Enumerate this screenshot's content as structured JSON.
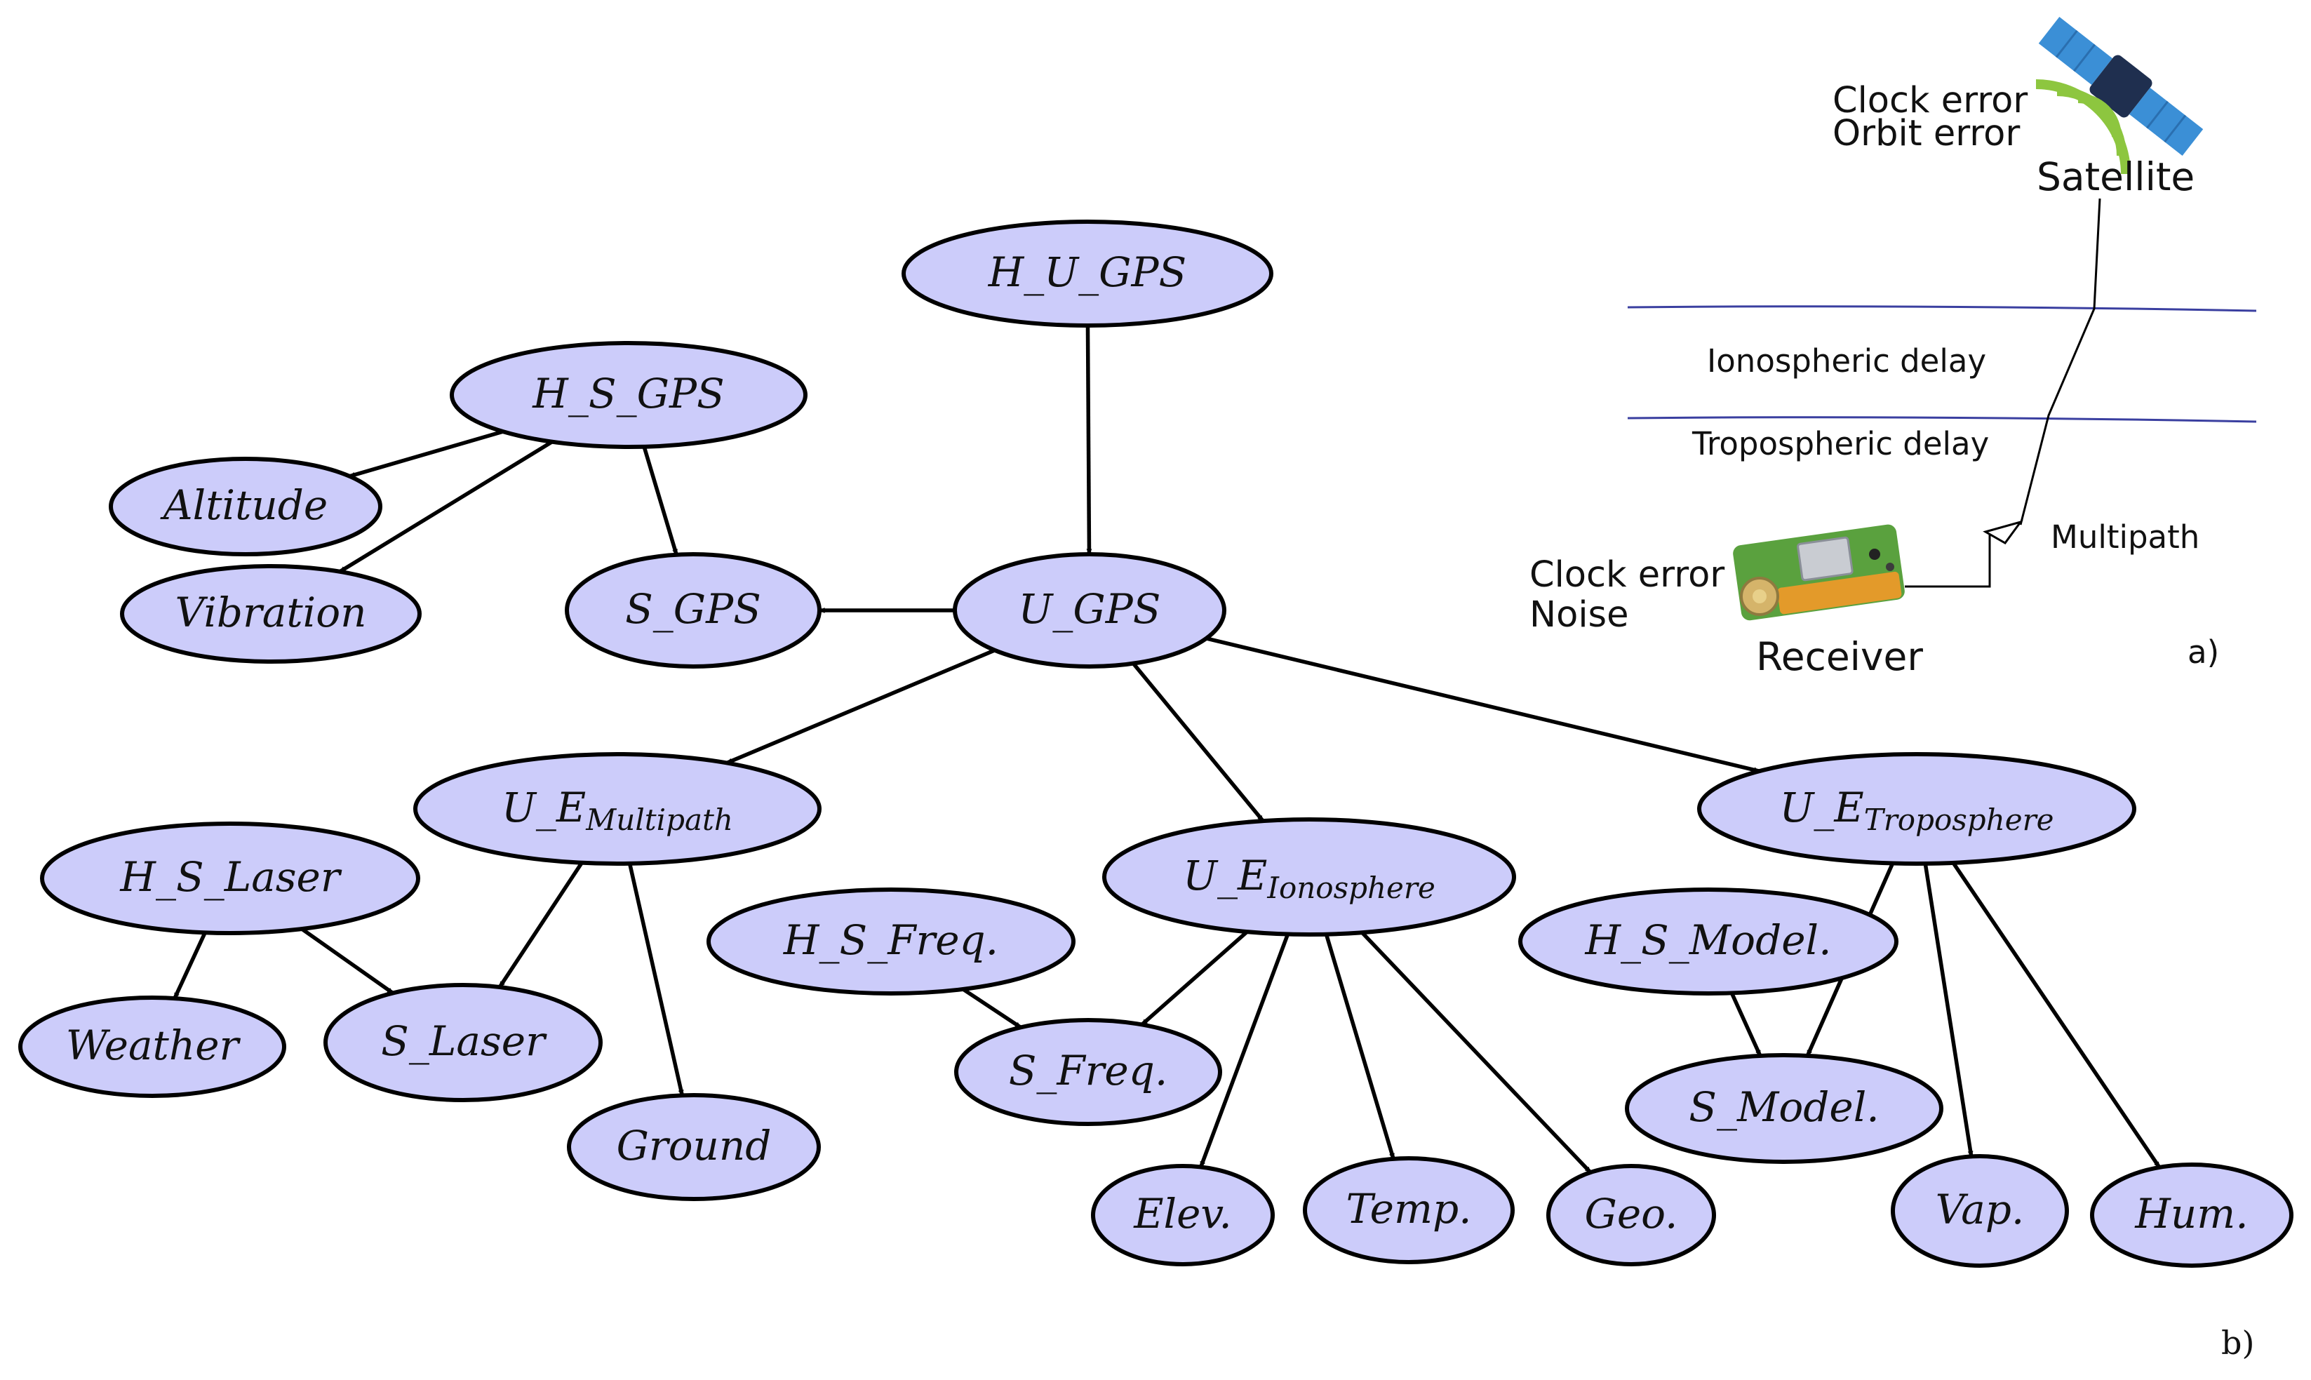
{
  "bayes_net": {
    "nodes": {
      "h_u_gps": "H_U_GPS",
      "h_s_gps": "H_S_GPS",
      "altitude": "Altitude",
      "vibration": "Vibration",
      "s_gps": "S_GPS",
      "u_gps": "U_GPS",
      "u_e_multipath": {
        "base": "U_E",
        "sub": "Multipath"
      },
      "u_e_ionosphere": {
        "base": "U_E",
        "sub": "Ionosphere"
      },
      "u_e_troposphere": {
        "base": "U_E",
        "sub": "Troposphere"
      },
      "h_s_laser": "H_S_Laser",
      "weather": "Weather",
      "s_laser": "S_Laser",
      "ground": "Ground",
      "h_s_freq": "H_S_Freq.",
      "s_freq": "S_Freq.",
      "elev": "Elev.",
      "temp": "Temp.",
      "geo": "Geo.",
      "h_s_model": "H_S_Model.",
      "s_model": "S_Model.",
      "vap": "Vap.",
      "hum": "Hum."
    },
    "edges": [
      [
        "h_u_gps",
        "u_gps"
      ],
      [
        "h_s_gps",
        "altitude"
      ],
      [
        "h_s_gps",
        "vibration"
      ],
      [
        "h_s_gps",
        "s_gps"
      ],
      [
        "u_gps",
        "s_gps"
      ],
      [
        "u_gps",
        "u_e_multipath"
      ],
      [
        "u_gps",
        "u_e_ionosphere"
      ],
      [
        "u_gps",
        "u_e_troposphere"
      ],
      [
        "h_s_laser",
        "weather"
      ],
      [
        "h_s_laser",
        "s_laser"
      ],
      [
        "u_e_multipath",
        "s_laser"
      ],
      [
        "u_e_multipath",
        "ground"
      ],
      [
        "h_s_freq",
        "s_freq"
      ],
      [
        "u_e_ionosphere",
        "s_freq"
      ],
      [
        "u_e_ionosphere",
        "elev"
      ],
      [
        "u_e_ionosphere",
        "temp"
      ],
      [
        "u_e_ionosphere",
        "geo"
      ],
      [
        "h_s_model",
        "s_model"
      ],
      [
        "u_e_troposphere",
        "s_model"
      ],
      [
        "u_e_troposphere",
        "vap"
      ],
      [
        "u_e_troposphere",
        "hum"
      ]
    ],
    "panel_label": "b)"
  },
  "gnss_schematic": {
    "satellite_label": "Satellite",
    "satellite_errors": [
      "Clock error",
      "Orbit error"
    ],
    "ionospheric_label": "Ionospheric delay",
    "tropospheric_label": "Tropospheric delay",
    "multipath_label": "Multipath",
    "receiver_label": "Receiver",
    "receiver_errors": [
      "Clock error",
      "Noise"
    ],
    "panel_label": "a)"
  },
  "colors": {
    "node_fill": "#ccccfa",
    "node_stroke": "#000000",
    "signal_green": "#8dc63f",
    "atmosphere_line": "#3a3fa0",
    "satellite_panel": "#3b8fd6",
    "satellite_body": "#1f2f4f"
  }
}
